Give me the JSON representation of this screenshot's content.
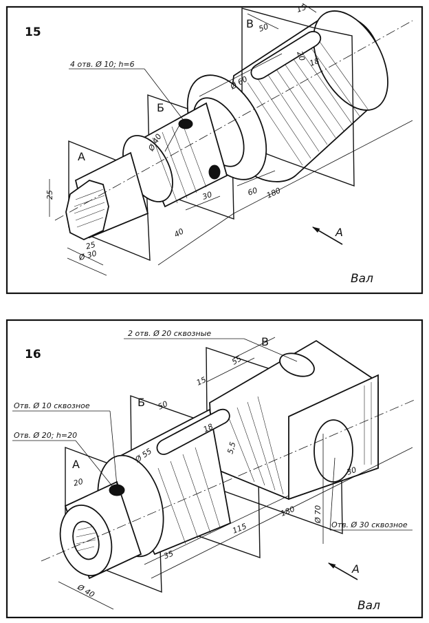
{
  "panels": [
    {
      "number": "15",
      "caption": "Вал",
      "view_arrow": "A",
      "sections": [
        "А",
        "Б",
        "В"
      ],
      "notes": [
        "4 отв. Ø 10; h=6"
      ],
      "dims": {
        "d_50": "50",
        "d_15": "15",
        "d_20": "20",
        "d_18": "18",
        "d_dia60": "Ø 60",
        "d_dia40": "Ø 40",
        "d_30": "30",
        "d_60": "60",
        "d_180": "180",
        "d_40": "40",
        "d_25v": "25",
        "d_25h": "25",
        "d_dia30": "Ø 30"
      }
    },
    {
      "number": "16",
      "caption": "Вал",
      "view_arrow": "A",
      "sections": [
        "А",
        "Б",
        "В"
      ],
      "notes": [
        "2 отв. Ø 20  сквозные",
        "Отв. Ø 10  сквозное",
        "Отв. Ø 20; h=20",
        "Отв. Ø 30  сквозное"
      ],
      "dims": {
        "d_55": "55",
        "d_15": "15",
        "d_50": "50",
        "d_18": "18",
        "d_5_5": "5,5",
        "d_dia55": "Ø 55",
        "d_20": "20",
        "d_30": "30",
        "d_180": "180",
        "d_115": "115",
        "d_35": "35",
        "d_dia70": "Ø 70",
        "d_dia40": "Ø 40"
      }
    }
  ]
}
